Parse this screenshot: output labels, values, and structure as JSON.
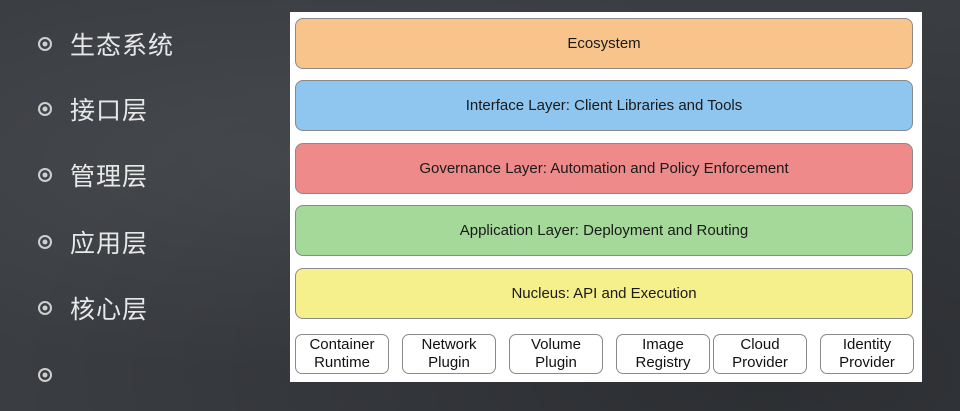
{
  "bullets": [
    {
      "label": "生态系统",
      "icon": "bullet-icon"
    },
    {
      "label": "接口层",
      "icon": "bullet-icon"
    },
    {
      "label": "管理层",
      "icon": "bullet-icon"
    },
    {
      "label": "应用层",
      "icon": "bullet-icon"
    },
    {
      "label": "核心层",
      "icon": "bullet-icon"
    },
    {
      "label": "",
      "icon": "bullet-icon"
    }
  ],
  "layers": [
    {
      "label": "Ecosystem",
      "color": "#f9c48c"
    },
    {
      "label": "Interface Layer: Client Libraries and Tools",
      "color": "#8ec6ef"
    },
    {
      "label": "Governance Layer: Automation and Policy Enforcement",
      "color": "#ee8a8a"
    },
    {
      "label": "Application Layer: Deployment and Routing",
      "color": "#a5d99a"
    },
    {
      "label": "Nucleus: API and Execution",
      "color": "#f5ef8c"
    }
  ],
  "plugins": [
    {
      "line1": "Container",
      "line2": "Runtime"
    },
    {
      "line1": "Network",
      "line2": "Plugin"
    },
    {
      "line1": "Volume",
      "line2": "Plugin"
    },
    {
      "line1": "Image",
      "line2": "Registry"
    },
    {
      "line1": "Cloud",
      "line2": "Provider"
    },
    {
      "line1": "Identity",
      "line2": "Provider"
    }
  ]
}
